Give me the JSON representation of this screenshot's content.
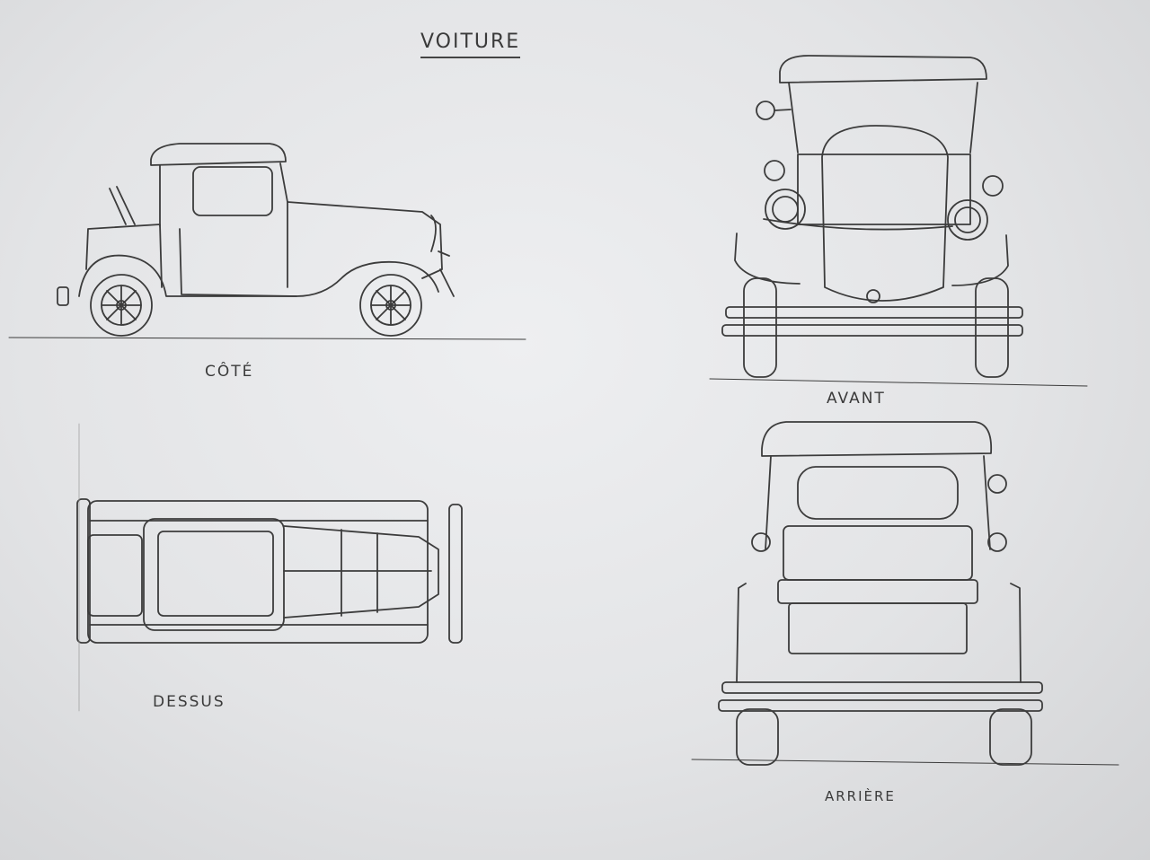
{
  "title": "VOITURE",
  "views": {
    "side": "CÔTÉ",
    "front": "AVANT",
    "top": "DESSUS",
    "rear": "ARRIÈRE"
  },
  "colors": {
    "paper": "#e6e7e9",
    "pencil": "#3a3a3a"
  }
}
